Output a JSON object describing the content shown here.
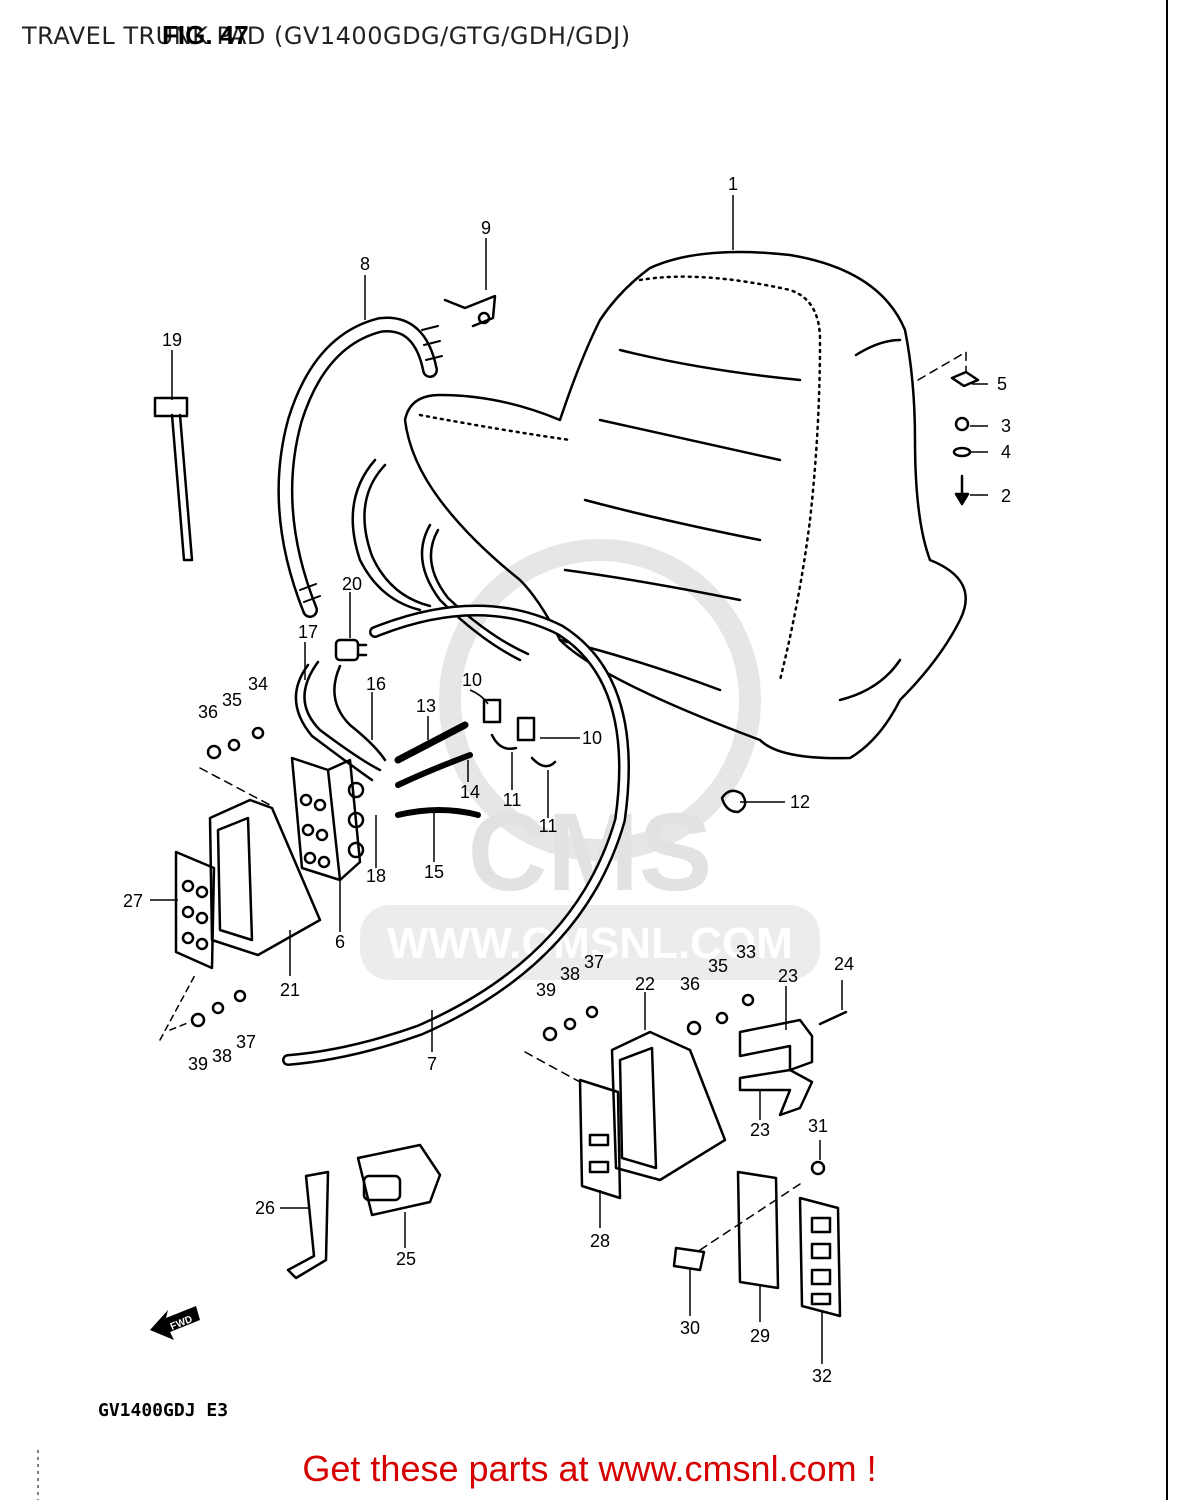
{
  "header": {
    "title": "TRAVEL TRUNK PAD (GV1400GDG/GTG/GDH/GDJ)",
    "figure": "FIG. 47"
  },
  "watermark": {
    "logo_text": "CMS",
    "url_text": "WWW.CMSNL.COM"
  },
  "callouts": [
    "1",
    "2",
    "3",
    "4",
    "5",
    "6",
    "7",
    "8",
    "9",
    "10",
    "10",
    "11",
    "11",
    "12",
    "13",
    "14",
    "15",
    "16",
    "17",
    "18",
    "19",
    "20",
    "21",
    "22",
    "23",
    "23",
    "24",
    "25",
    "26",
    "27",
    "28",
    "29",
    "30",
    "31",
    "32",
    "33",
    "34",
    "35",
    "35",
    "36",
    "36",
    "37",
    "37",
    "38",
    "38",
    "39",
    "39"
  ],
  "fwd_arrow": "FWD",
  "model_code": "GV1400GDJ E3",
  "footer": {
    "text": "Get these parts at www.cmsnl.com !",
    "color": "#d60000"
  }
}
